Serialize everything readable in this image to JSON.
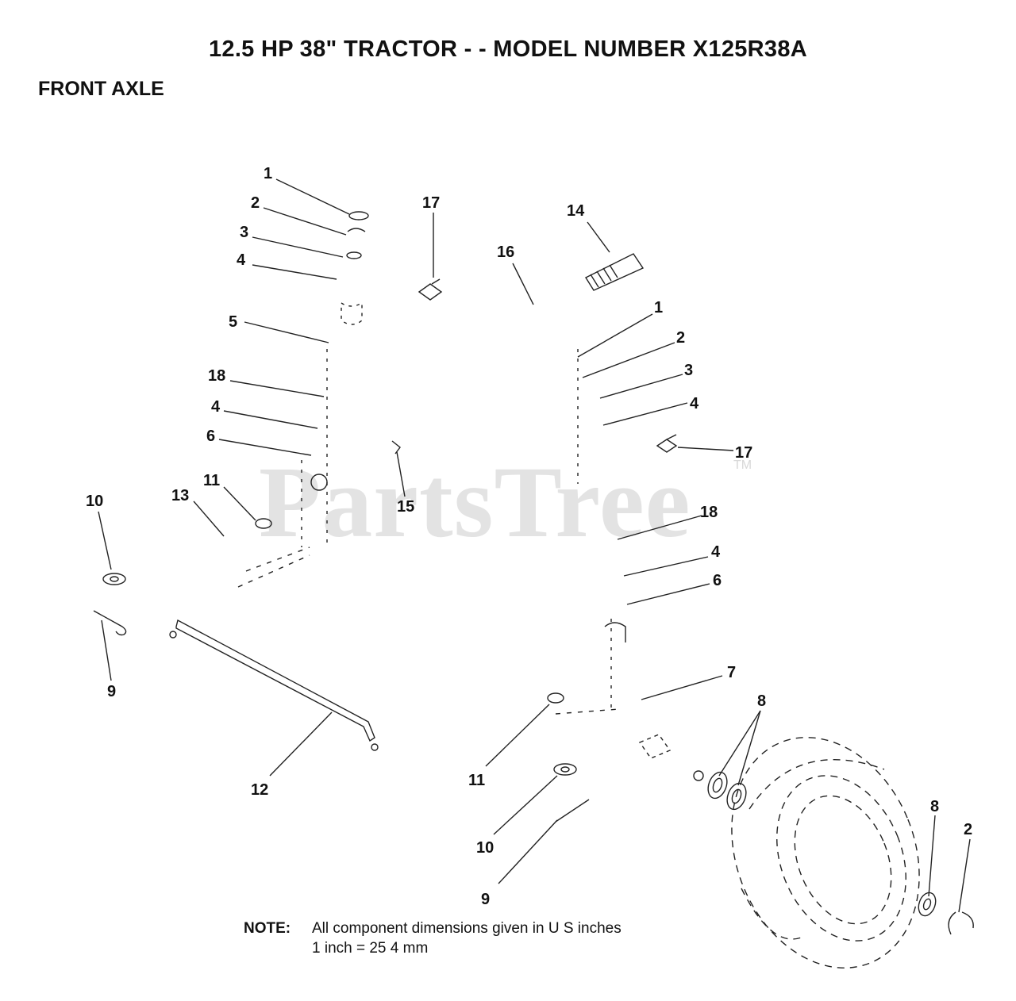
{
  "title": "12.5 HP 38\" TRACTOR - - MODEL NUMBER X125R38A",
  "section": "FRONT AXLE",
  "watermark": "PartsTree",
  "trademark": "TM",
  "note": {
    "label": "NOTE:",
    "line1": "All component dimensions given in U S  inches",
    "line2": "1 inch = 25 4 mm"
  },
  "callouts": [
    "1",
    "2",
    "3",
    "4",
    "5",
    "18",
    "4",
    "6",
    "11",
    "13",
    "10",
    "9",
    "17",
    "14",
    "16",
    "1",
    "2",
    "3",
    "4",
    "17",
    "15",
    "18",
    "4",
    "6",
    "7",
    "8",
    "12",
    "11",
    "10",
    "9",
    "8",
    "2"
  ]
}
